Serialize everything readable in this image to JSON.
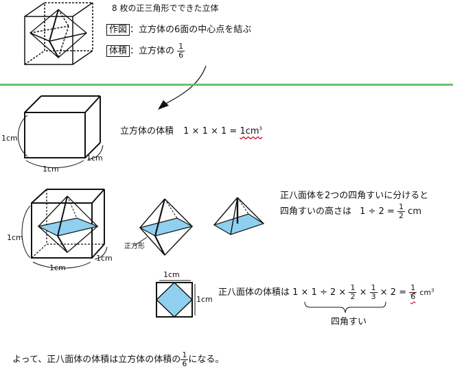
{
  "top": {
    "title": "8 枚の正三角形でできた立体",
    "construction_label": "作図",
    "construction_text": "：立方体の6面の中心点を結ぶ",
    "volume_label": "体積",
    "volume_text": "：立方体の",
    "volume_num": "1",
    "volume_den": "6"
  },
  "cube": {
    "label": "立方体の体積",
    "formula": "1 × 1 × 1 = ",
    "result": "1cm",
    "unit_sup": "3",
    "dim_left": "1cm",
    "dim_bottom": "1cm",
    "dim_right": "1cm"
  },
  "octahedron": {
    "dim_left": "1cm",
    "dim_bottom": "1cm",
    "dim_right": "1cm",
    "square_label": "正方形",
    "split_text": "正八面体を2つの四角すいに分けると",
    "height_text": "四角すいの高さは",
    "height_formula": "1 ÷ 2 =",
    "height_num": "1",
    "height_den": "2",
    "height_unit": "cm"
  },
  "volume_calc": {
    "top_dim": "1cm",
    "side_dim": "1cm",
    "label": "正八面体の体積は",
    "part1": "1 × 1 ÷ 2 × ",
    "f1_num": "1",
    "f1_den": "2",
    "times": " × ",
    "f2_num": "1",
    "f2_den": "3",
    "part2": " × 2 = ",
    "r_num": "1",
    "r_den": "6",
    "unit": "cm",
    "unit_sup": "3",
    "brace_label": "四角すい"
  },
  "conclusion": {
    "text_before": "よって、正八面体の体積は立方体の体積の",
    "num": "1",
    "den": "6",
    "text_after": "になる。"
  },
  "colors": {
    "divider": "#6cbf70",
    "fill": "#8fd0ef",
    "wavy": "#d0021b"
  }
}
